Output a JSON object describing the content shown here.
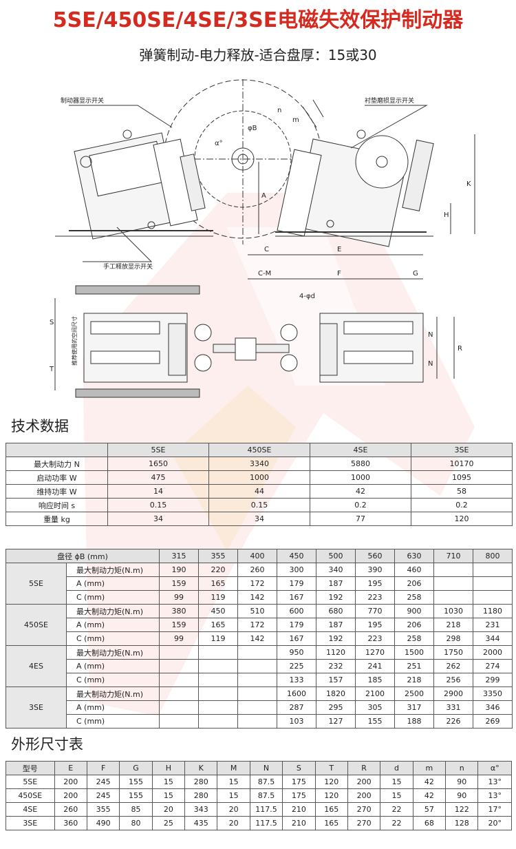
{
  "header": {
    "title": "5SE/450SE/4SE/3SE电磁失效保护制动器",
    "subtitle": "弹簧制动-电力释放-适合盘厚：15或30"
  },
  "drawing": {
    "label_indicator_switch": "制动器显示开关",
    "label_lining_switch": "衬垫磨损显示开关",
    "label_manual_switch": "手工释放显示开关",
    "label_space": "推荐使用的空间尺寸",
    "dims": [
      "n",
      "m",
      "φB",
      "α°",
      "A",
      "K",
      "H",
      "C",
      "E",
      "C-M",
      "F",
      "G",
      "4-φd",
      "S",
      "T",
      "N",
      "N",
      "R"
    ]
  },
  "tech_table": {
    "title": "技术数据",
    "models": [
      "5SE",
      "450SE",
      "4SE",
      "3SE"
    ],
    "rows": [
      {
        "label": "最大制动力  N",
        "values": [
          "1650",
          "3340",
          "5880",
          "10170"
        ]
      },
      {
        "label": "启动功率  W",
        "values": [
          "475",
          "1000",
          "1000",
          "1095"
        ]
      },
      {
        "label": "维持功率  W",
        "values": [
          "14",
          "44",
          "42",
          "58"
        ]
      },
      {
        "label": "响应时间  s",
        "values": [
          "0.15",
          "0.15",
          "0.2",
          "0.2"
        ]
      },
      {
        "label": "重量  kg",
        "values": [
          "34",
          "34",
          "77",
          "120"
        ]
      }
    ]
  },
  "disc_table": {
    "header_label": "盘径  ϕB (mm)",
    "diameters": [
      "315",
      "355",
      "400",
      "450",
      "500",
      "560",
      "630",
      "710",
      "800"
    ],
    "groups": [
      {
        "model": "5SE",
        "rows": [
          {
            "label": "最大制动力矩(N.m)",
            "values": [
              "190",
              "220",
              "260",
              "300",
              "340",
              "390",
              "460",
              "",
              ""
            ]
          },
          {
            "label": "A (mm)",
            "values": [
              "159",
              "165",
              "172",
              "179",
              "187",
              "195",
              "206",
              "",
              ""
            ]
          },
          {
            "label": "C (mm)",
            "values": [
              "99",
              "119",
              "142",
              "167",
              "192",
              "223",
              "258",
              "",
              ""
            ]
          }
        ]
      },
      {
        "model": "450SE",
        "rows": [
          {
            "label": "最大制动力矩(N.m)",
            "values": [
              "380",
              "450",
              "510",
              "600",
              "680",
              "770",
              "900",
              "1030",
              "1180"
            ]
          },
          {
            "label": "A (mm)",
            "values": [
              "159",
              "165",
              "172",
              "179",
              "187",
              "195",
              "206",
              "218",
              "231"
            ]
          },
          {
            "label": "C (mm)",
            "values": [
              "99",
              "119",
              "142",
              "167",
              "192",
              "223",
              "258",
              "298",
              "344"
            ]
          }
        ]
      },
      {
        "model": "4ES",
        "rows": [
          {
            "label": "最大制动力矩(N.m)",
            "values": [
              "",
              "",
              "",
              "950",
              "1120",
              "1270",
              "1500",
              "1750",
              "2000"
            ]
          },
          {
            "label": "A (mm)",
            "values": [
              "",
              "",
              "",
              "225",
              "232",
              "241",
              "251",
              "262",
              "274"
            ]
          },
          {
            "label": "C (mm)",
            "values": [
              "",
              "",
              "",
              "133",
              "157",
              "185",
              "218",
              "256",
              "299"
            ]
          }
        ]
      },
      {
        "model": "3SE",
        "rows": [
          {
            "label": "最大制动力矩(N.m)",
            "values": [
              "",
              "",
              "",
              "1600",
              "1820",
              "2100",
              "2500",
              "2900",
              "3350"
            ]
          },
          {
            "label": "A (mm)",
            "values": [
              "",
              "",
              "",
              "287",
              "295",
              "305",
              "317",
              "331",
              "346"
            ]
          },
          {
            "label": "C (mm)",
            "values": [
              "",
              "",
              "",
              "103",
              "127",
              "155",
              "188",
              "226",
              "269"
            ]
          }
        ]
      }
    ]
  },
  "dim_table": {
    "title": "外形尺寸表",
    "headers": [
      "型号",
      "E",
      "F",
      "G",
      "H",
      "K",
      "M",
      "N",
      "S",
      "T",
      "R",
      "d",
      "m",
      "n",
      "α°"
    ],
    "rows": [
      [
        "5SE",
        "200",
        "245",
        "155",
        "15",
        "280",
        "15",
        "87.5",
        "175",
        "120",
        "200",
        "15",
        "42",
        "90",
        "13°"
      ],
      [
        "450SE",
        "200",
        "245",
        "155",
        "15",
        "280",
        "15",
        "87.5",
        "175",
        "120",
        "200",
        "15",
        "42",
        "90",
        "13°"
      ],
      [
        "4SE",
        "260",
        "355",
        "85",
        "20",
        "343",
        "20",
        "117.5",
        "210",
        "165",
        "270",
        "22",
        "57",
        "122",
        "17°"
      ],
      [
        "3SE",
        "360",
        "490",
        "80",
        "25",
        "435",
        "20",
        "117.5",
        "210",
        "165",
        "270",
        "22",
        "68",
        "128",
        "20°"
      ]
    ]
  },
  "colors": {
    "title": "#d42a1f",
    "header_fill": "#e2e2e2",
    "watermark": "#e94a3f"
  }
}
